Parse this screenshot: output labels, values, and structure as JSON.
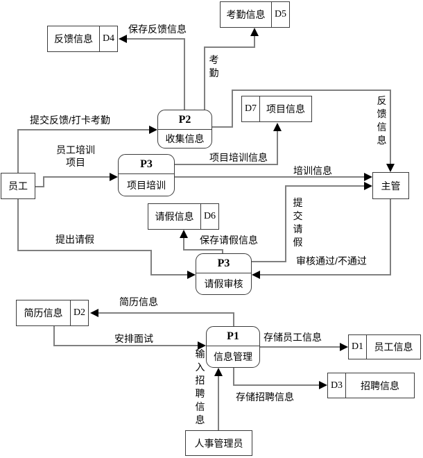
{
  "diagram": {
    "entities": {
      "employee": {
        "label": "员工"
      },
      "supervisor": {
        "label": "主管"
      },
      "hr_admin": {
        "label": "人事管理员"
      }
    },
    "processes": {
      "collect_info": {
        "id": "P2",
        "name": "收集信息"
      },
      "project_train": {
        "id": "P3",
        "name": "项目培训"
      },
      "leave_review": {
        "id": "P3",
        "name": "请假审核"
      },
      "info_manage": {
        "id": "P1",
        "name": "信息管理"
      }
    },
    "stores": {
      "d4": {
        "tag": "D4",
        "label": "反馈信息"
      },
      "d5": {
        "tag": "D5",
        "label": "考勤信息"
      },
      "d7": {
        "tag": "D7",
        "label": "项目信息"
      },
      "d6": {
        "tag": "D6",
        "label": "请假信息"
      },
      "d2": {
        "tag": "D2",
        "label": "简历信息"
      },
      "d1": {
        "tag": "D1",
        "label": "员工信息"
      },
      "d3": {
        "tag": "D3",
        "label": "招聘信息"
      }
    },
    "flows": {
      "submit_feedback": {
        "label": "提交反馈/打卡考勤"
      },
      "save_feedback": {
        "label": "保存反馈信息"
      },
      "attendance": {
        "label": "考勤"
      },
      "feedback_info": {
        "label": "反馈信息"
      },
      "employee_training": {
        "label": "员工培训项目"
      },
      "project_training_info": {
        "label": "项目培训信息"
      },
      "training_info": {
        "label": "培训信息"
      },
      "submit_leave": {
        "label": "提交请假"
      },
      "review_result": {
        "label": "审核通过/不通过"
      },
      "request_leave": {
        "label": "提出请假"
      },
      "save_leave": {
        "label": "保存请假信息"
      },
      "resume_info": {
        "label": "简历信息"
      },
      "arrange_interview": {
        "label": "安排面试"
      },
      "store_employee_info": {
        "label": "存储员工信息"
      },
      "store_recruit_info": {
        "label": "存储招聘信息"
      },
      "input_recruit_info": {
        "label": "输入招聘信息"
      }
    },
    "colors": {
      "background": "#ffffff",
      "line": "#7f7f7f",
      "arrow": "#000000",
      "border": "#3a3a3a"
    }
  }
}
